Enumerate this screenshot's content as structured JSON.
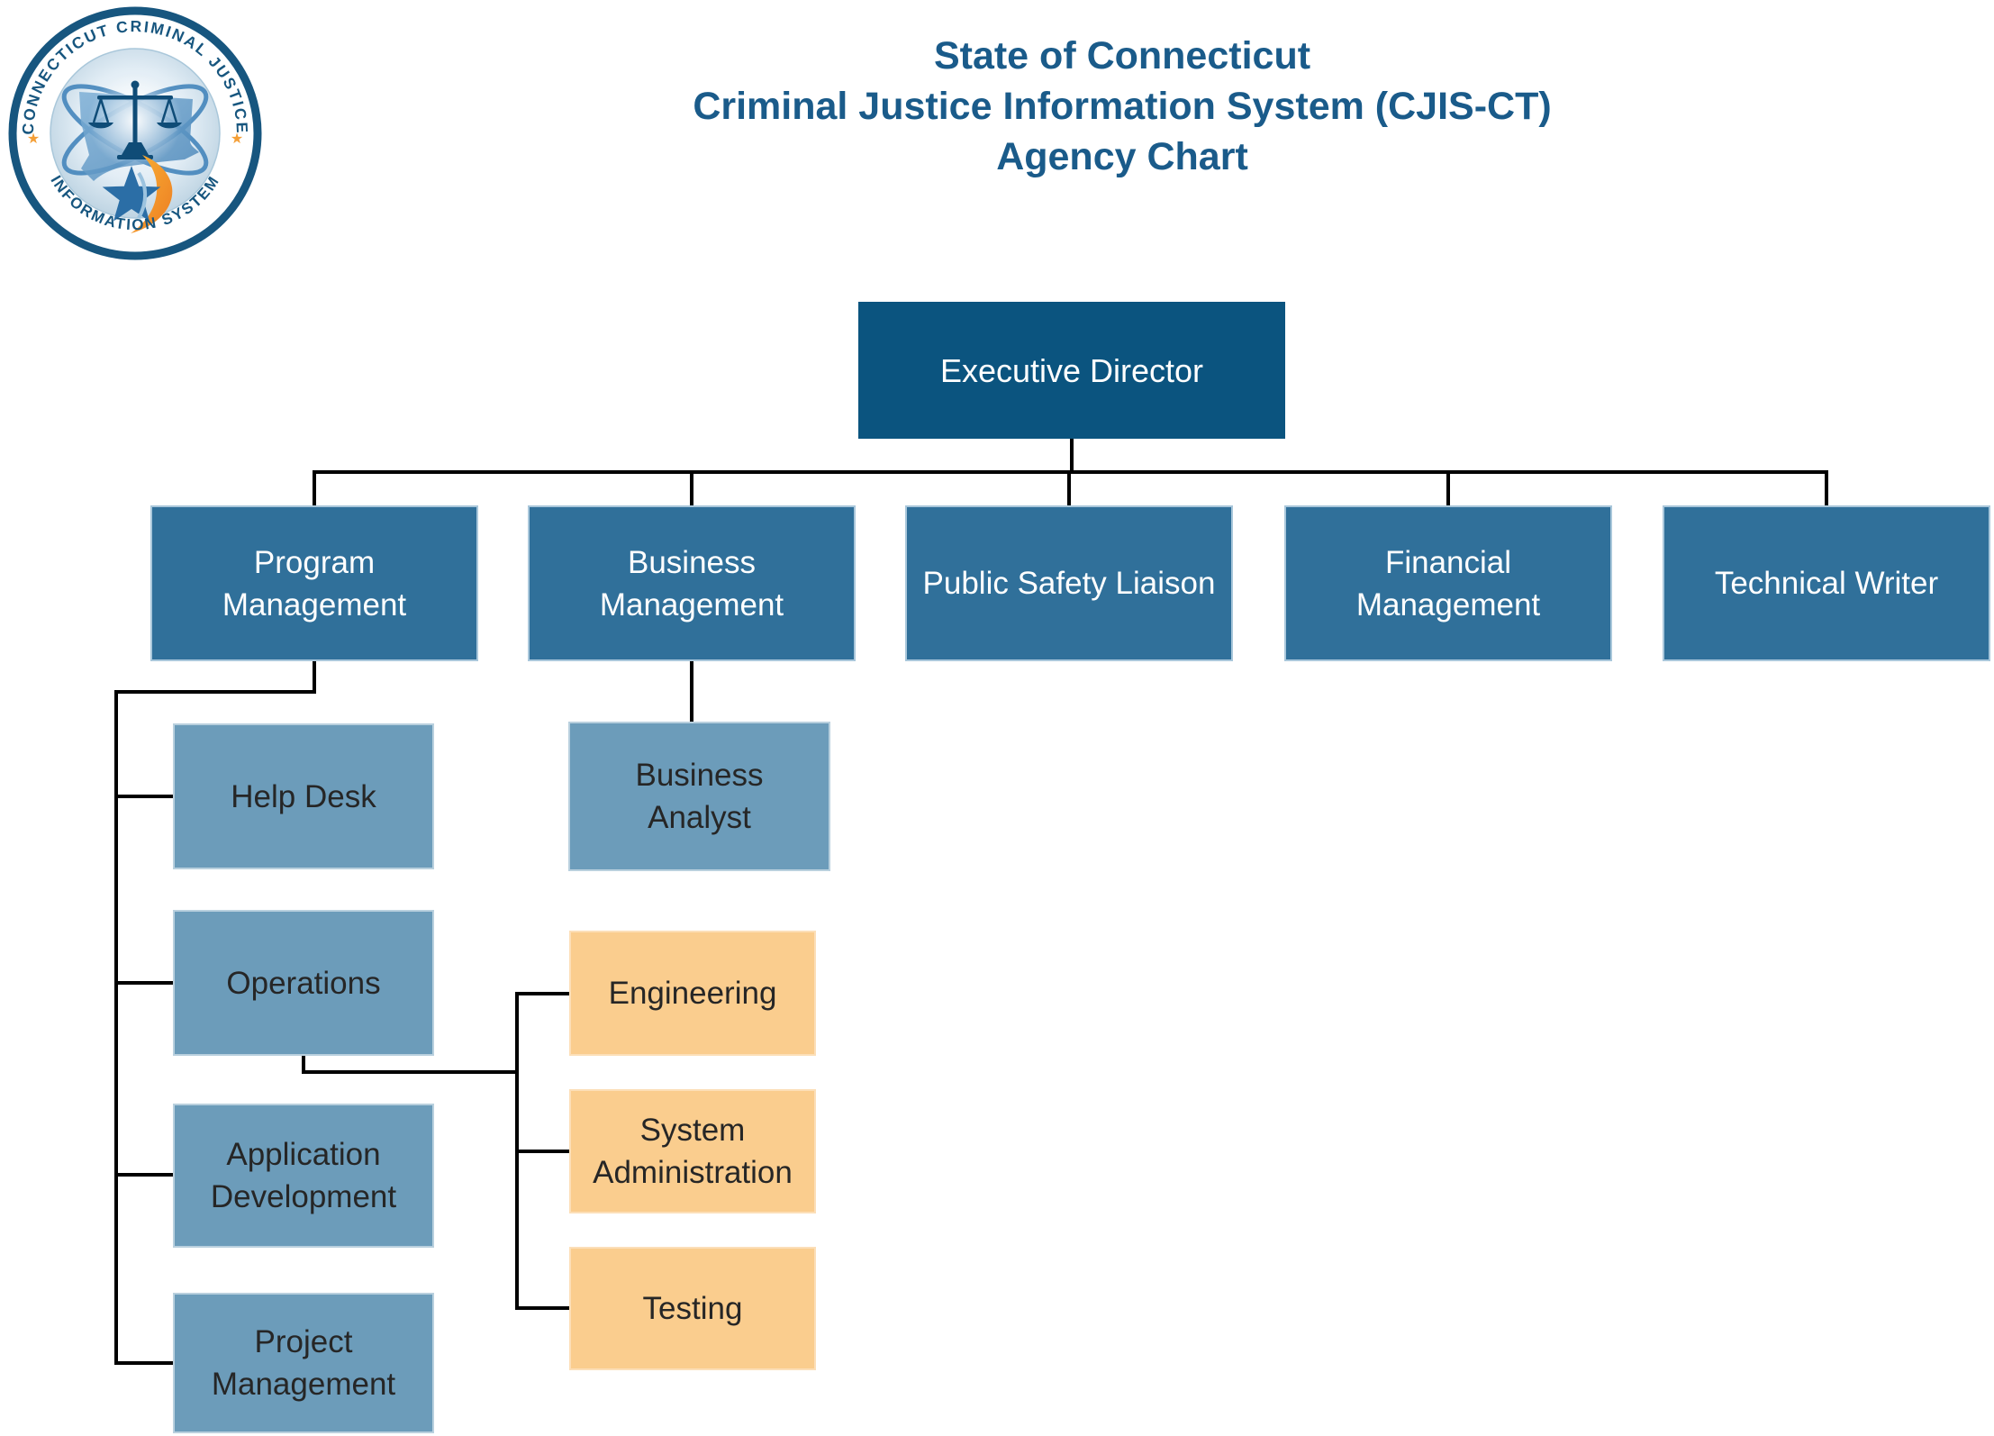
{
  "header": {
    "lines": [
      "State of Connecticut",
      "Criminal Justice Information System (CJIS-CT)",
      "Agency Chart"
    ]
  },
  "logo": {
    "text_top": "CONNECTICUT CRIMINAL JUSTICE",
    "text_bottom": "INFORMATION SYSTEM",
    "star_glyph": "★"
  },
  "org": {
    "executive": {
      "label": "Executive Director",
      "lines": [
        "Executive Director"
      ]
    },
    "level2": {
      "program": {
        "label": "Program Management",
        "lines": [
          "Program",
          "Management"
        ]
      },
      "business": {
        "label": "Business Management",
        "lines": [
          "Business",
          "Management"
        ]
      },
      "public_safety": {
        "label": "Public Safety Liaison",
        "lines": [
          "Public Safety Liaison"
        ]
      },
      "financial": {
        "label": "Financial Management",
        "lines": [
          "Financial",
          "Management"
        ]
      },
      "technical_writer": {
        "label": "Technical Writer",
        "lines": [
          "Technical Writer"
        ]
      }
    },
    "program_children": {
      "help_desk": {
        "label": "Help Desk",
        "lines": [
          "Help Desk"
        ]
      },
      "operations": {
        "label": "Operations",
        "lines": [
          "Operations"
        ]
      },
      "app_dev": {
        "label": "Application Development",
        "lines": [
          "Application",
          "Development"
        ]
      },
      "project_mgmt": {
        "label": "Project Management",
        "lines": [
          "Project",
          "Management"
        ]
      }
    },
    "business_children": {
      "business_analyst": {
        "label": "Business Analyst",
        "lines": [
          "Business",
          "Analyst"
        ]
      }
    },
    "operations_children": {
      "engineering": {
        "label": "Engineering",
        "lines": [
          "Engineering"
        ]
      },
      "system_admin": {
        "label": "System Administration",
        "lines": [
          "System",
          "Administration"
        ]
      },
      "testing": {
        "label": "Testing",
        "lines": [
          "Testing"
        ]
      }
    }
  },
  "colors": {
    "title_text": "#1A5B8A",
    "executive_fill": "#0B547F",
    "level2_fill": "#30709A",
    "level2_border": "#A9C7DB",
    "level3_fill": "#6C9CBA",
    "level3_border": "#B9D0DE",
    "orange_fill": "#FACD8E",
    "orange_border": "#FCDFB8",
    "connector": "#000000",
    "dark_text": "#262626",
    "seal_blue": "#17567F",
    "seal_orange": "#F49F37"
  }
}
